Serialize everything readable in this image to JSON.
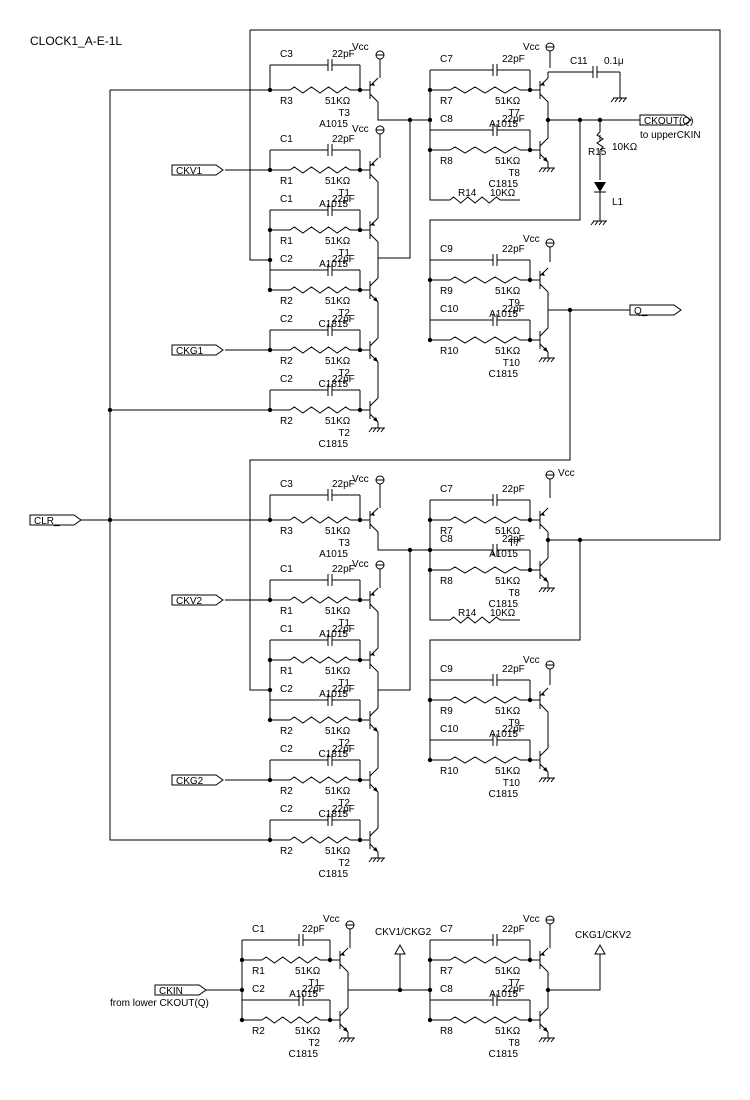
{
  "title": "CLOCK1_A-E-1L",
  "signals": {
    "ckv1": "CKV1",
    "ckg1": "CKG1",
    "clr": "CLR_",
    "ckv2": "CKV2",
    "ckg2": "CKG2",
    "ckin": "CKIN",
    "q": "Q_",
    "ckout": "CKOUT(Q)",
    "to_upper": "to upperCKIN",
    "from_lower": "from lower CKOUT(Q)",
    "ckv1_ckg2": "CKV1/CKG2",
    "ckg1_ckv2": "CKG1/CKV2"
  },
  "vcc": "Vcc",
  "resistor_value": "51KΩ",
  "cap_value": "22pF",
  "c11_value": "0.1μ",
  "r14_value": "10KΩ",
  "r15_value": "10KΩ",
  "parts": {
    "c1": "C1",
    "c2": "C2",
    "c3": "C3",
    "c7": "C7",
    "c8": "C8",
    "c9": "C9",
    "c10": "C10",
    "c11": "C11",
    "r1": "R1",
    "r2": "R2",
    "r3": "R3",
    "r7": "R7",
    "r8": "R8",
    "r9": "R9",
    "r10": "R10",
    "r14": "R14",
    "r15": "R15",
    "t1": "T1",
    "t2": "T2",
    "t3": "T3",
    "t7": "T7",
    "t8": "T8",
    "t9": "T9",
    "t10": "T10",
    "l1": "L1",
    "a1015": "A1015",
    "c1815": "C1815"
  },
  "icons": [
    "vcc-symbol-icon",
    "ground-symbol-icon",
    "npn-transistor-icon",
    "pnp-transistor-icon",
    "resistor-icon",
    "capacitor-icon",
    "led-icon",
    "signal-port-icon",
    "output-arrow-icon"
  ]
}
